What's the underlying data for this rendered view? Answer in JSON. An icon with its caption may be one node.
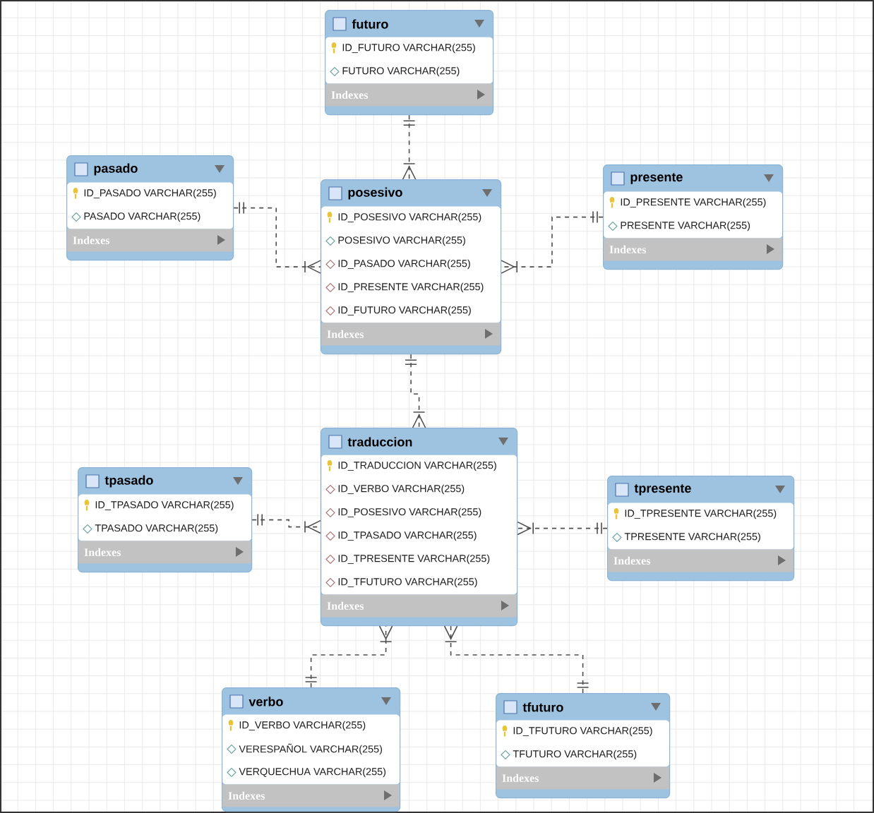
{
  "diagram": {
    "nodes": [
      {
        "text": [
          "futuro",
          "ID_FUTURO VARCHAR(255)",
          "FUTURO VARCHAR(255)",
          "Indexes"
        ]
      },
      {
        "text": [
          "pasado",
          "ID_PASADO VARCHAR(255)",
          "PASADO VARCHAR(255)",
          "Indexes"
        ]
      },
      {
        "text": [
          "posesivo",
          "ID_POSESIVO VARCHAR(255)",
          "POSESIVO VARCHAR(255)",
          "ID_PASADO VARCHAR(255)",
          "ID_PRESENTE VARCHAR(255)",
          "ID_FUTURO VARCHAR(255)",
          "Indexes"
        ]
      },
      {
        "text": [
          "presente",
          "ID_PRESENTE VARCHAR(255)",
          "PRESENTE VARCHAR(255)",
          "Indexes"
        ]
      },
      {
        "text": [
          "tpasado",
          "ID_TPASADO VARCHAR(255)",
          "TPASADO VARCHAR(255)",
          "Indexes"
        ]
      },
      {
        "text": [
          "traduccion",
          "ID_TRADUCCION VARCHAR(255)",
          "ID_VERBO VARCHAR(255)",
          "ID_POSESIVO VARCHAR(255)",
          "ID_TPASADO VARCHAR(255)",
          "ID_TPRESENTE VARCHAR(255)",
          "ID_TFUTURO VARCHAR(255)",
          "Indexes"
        ]
      },
      {
        "text": [
          "tpresente",
          "ID_TPRESENTE VARCHAR(255)",
          "TPRESENTE VARCHAR(255)",
          "Indexes"
        ]
      },
      {
        "text": [
          "verbo",
          "ID_VERBO VARCHAR(255)",
          "VERESPAÑOL VARCHAR(255)",
          "VERQUECHUA VARCHAR(255)",
          "Indexes"
        ]
      },
      {
        "text": [
          "tfuturo",
          "ID_TFUTURO VARCHAR(255)",
          "TFUTURO VARCHAR(255)",
          "Indexes"
        ]
      }
    ],
    "edges": [
      {
        "from": 0,
        "to": 2,
        "arrow": "other",
        "style": "dashed"
      },
      {
        "from": 1,
        "to": 2,
        "arrow": "other",
        "style": "dashed"
      },
      {
        "from": 3,
        "to": 2,
        "arrow": "other",
        "style": "dashed"
      },
      {
        "from": 2,
        "to": 5,
        "arrow": "other",
        "style": "dashed"
      },
      {
        "from": 4,
        "to": 5,
        "arrow": "other",
        "style": "dashed"
      },
      {
        "from": 6,
        "to": 5,
        "arrow": "other",
        "style": "dashed"
      },
      {
        "from": 7,
        "to": 5,
        "arrow": "other",
        "style": "dashed"
      },
      {
        "from": 8,
        "to": 5,
        "arrow": "other",
        "style": "dashed"
      }
    ]
  }
}
